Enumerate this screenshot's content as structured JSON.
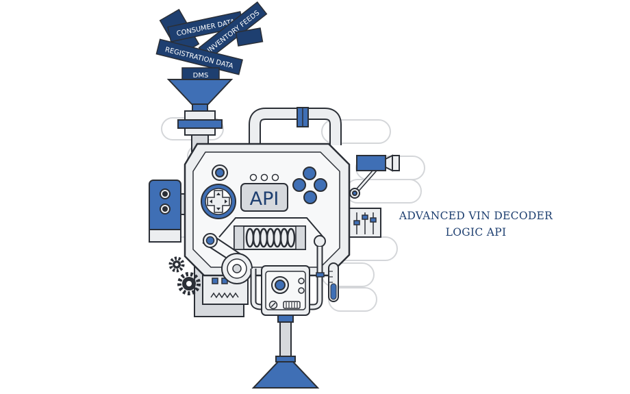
{
  "data_sources": [
    {
      "label": "CONSUMER DATA"
    },
    {
      "label": "INVENTORY FEEDS"
    },
    {
      "label": "REGISTRATION DATA"
    },
    {
      "label": "DMS"
    }
  ],
  "machine": {
    "api_label": "API"
  },
  "caption": {
    "line1": "ADVANCED VIN DECODER",
    "line2": "LOGIC API"
  },
  "colors": {
    "navy": "#1e3f70",
    "blue": "#3f6fb5",
    "outline": "#2b2f36",
    "light_gray": "#eceef0",
    "mid_gray": "#d6d9dd",
    "background_outline": "#d4d6d9"
  }
}
